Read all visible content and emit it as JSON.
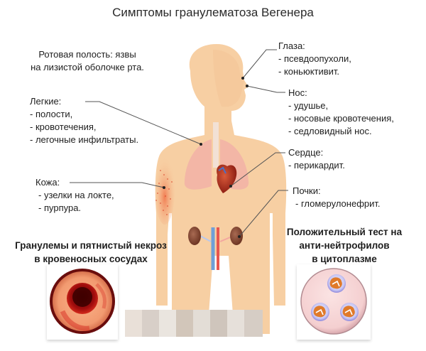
{
  "title": "Симптомы гранулематоза Вегенера",
  "colors": {
    "skin": "#f7cfa3",
    "skin_shade": "#f2c293",
    "lung": "#f2b3a6",
    "heart": "#b5321f",
    "kidney": "#8a4a38",
    "artery": "#e8554e",
    "vein": "#6f9fd8",
    "rash": "#e0462a",
    "leader_line": "#555555"
  },
  "labels": {
    "mouth": {
      "lines": [
        "Ротовая полость: язвы",
        "на лизистой оболочке рта."
      ]
    },
    "lungs": {
      "head": "Легкие:",
      "items": [
        "- полости,",
        "- кровотечения,",
        "- легочные инфильтраты."
      ]
    },
    "skin": {
      "head": "Кожа:",
      "items": [
        "- узелки на локте,",
        "- пурпура."
      ]
    },
    "eyes": {
      "head": "Глаза:",
      "items": [
        "- псевдоопухоли,",
        "- коньюктивит."
      ]
    },
    "nose": {
      "head": "Нос:",
      "items": [
        "- удушье,",
        "- носовые кровотечения,",
        "- седловидный нос."
      ]
    },
    "heart": {
      "head": "Сердце:",
      "items": [
        "- перикардит."
      ]
    },
    "kidneys": {
      "head": "Почки:",
      "items": [
        "- гломерулонефрит."
      ]
    },
    "vessels": {
      "lines": [
        "Гранулемы и пятнистый некроз",
        "в кровеносных сосудах"
      ]
    },
    "anca": {
      "lines": [
        "Положительный тест на",
        "анти-нейтрофилов",
        "в цитоплазме"
      ]
    }
  },
  "insets": {
    "left": "blood-vessel-cross-section",
    "right": "neutrophils-in-dish"
  }
}
